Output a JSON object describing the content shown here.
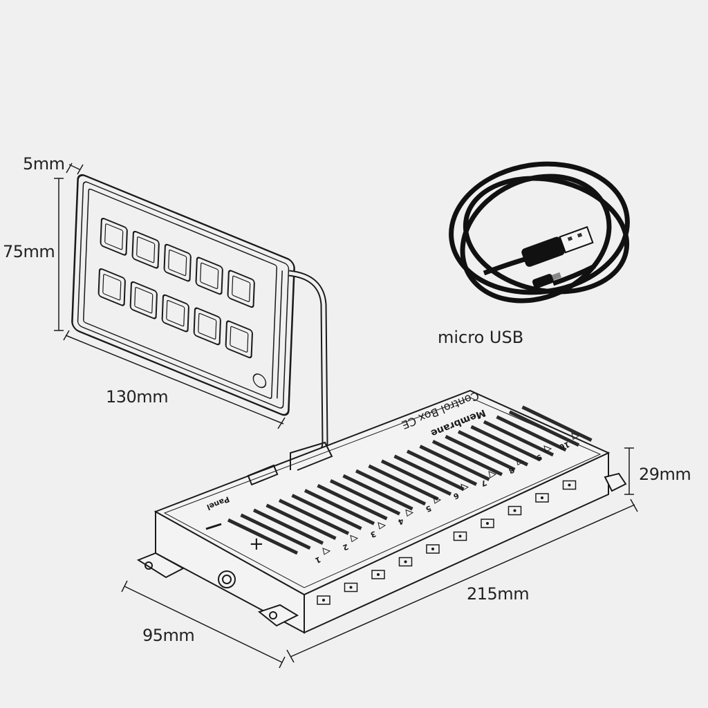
{
  "dimensions": {
    "panel_depth": "5mm",
    "panel_height": "75mm",
    "panel_width": "130mm",
    "box_height": "29mm",
    "box_length": "215mm",
    "box_width": "95mm"
  },
  "cable_label": "micro USB",
  "box_markings": {
    "brand_line1": "Membrane",
    "brand_line2": "Control Box CE",
    "panel_port": "Panel",
    "channels": [
      "1",
      "2",
      "3",
      "4",
      "5",
      "6",
      "7",
      "8",
      "9",
      "10"
    ]
  },
  "colors": {
    "background": "#f0f0f0",
    "line": "#1a1a1a",
    "cable": "#111111"
  }
}
